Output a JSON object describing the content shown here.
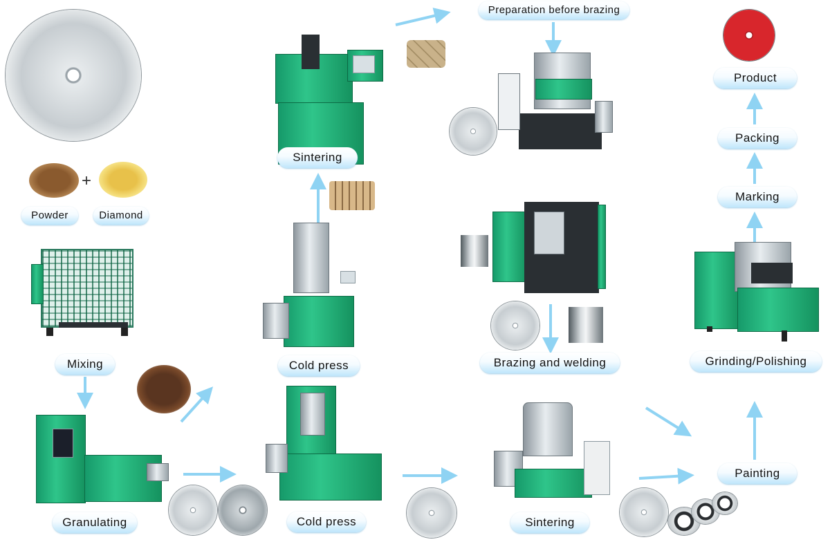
{
  "labels": {
    "powder": "Powder",
    "diamond": "Diamond",
    "mixing": "Mixing",
    "granulating": "Granulating",
    "cold_press_top": "Cold press",
    "cold_press_bottom": "Cold press",
    "sintering_top": "Sintering",
    "sintering_bottom": "Sintering",
    "preparation": "Preparation before brazing",
    "brazing": "Brazing and welding",
    "grinding": "Grinding/Polishing",
    "painting": "Painting",
    "marking": "Marking",
    "packing": "Packing",
    "product": "Product",
    "plus": "+"
  },
  "colors": {
    "arrow": "#8fd3f3",
    "machine_green": "#1fae74",
    "product_red": "#d8262c",
    "label_gradient_bottom": "#bfe6fb"
  }
}
